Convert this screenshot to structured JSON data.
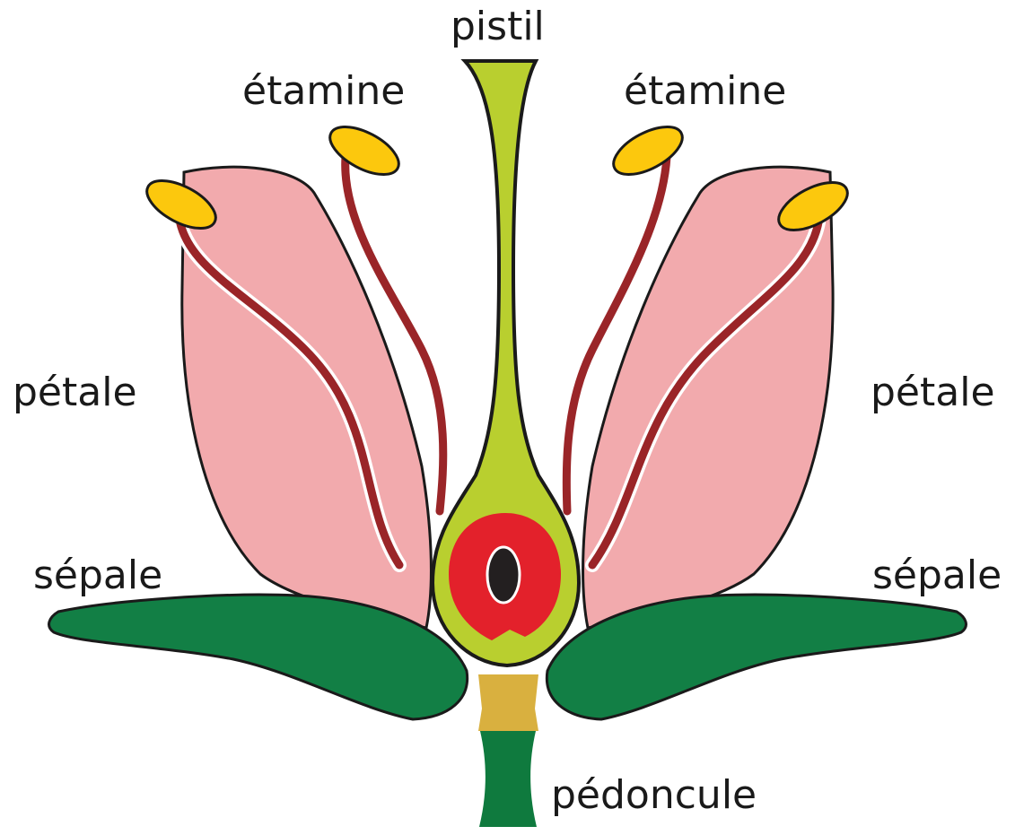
{
  "labels": {
    "pistil": "pistil",
    "stamen_left": "étamine",
    "stamen_right": "étamine",
    "petal_left": "pétale",
    "petal_right": "pétale",
    "sepal_left": "sépale",
    "sepal_right": "sépale",
    "peduncle": "pédoncule"
  },
  "colors": {
    "petal": "#f2aaad",
    "sepal": "#127f45",
    "peduncle": "#0f7a3e",
    "receptacle": "#d9b03f",
    "pistil": "#b9cf2f",
    "ovary": "#e3212b",
    "ovule": "#231f20",
    "filament": "#9a2528",
    "anther": "#fcc80d",
    "outline": "#1a1a1a"
  }
}
